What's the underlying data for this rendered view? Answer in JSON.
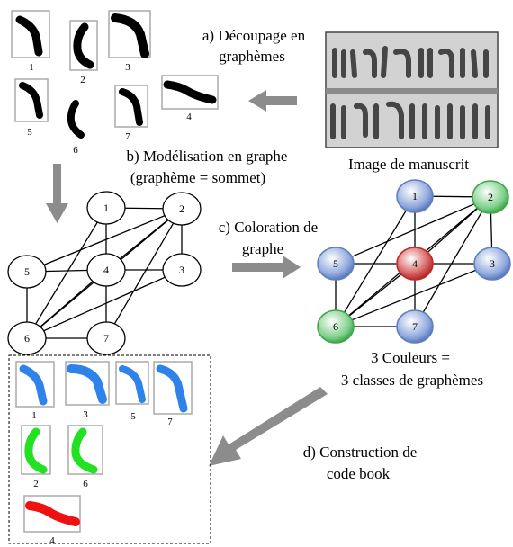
{
  "steps": {
    "a_line1": "a) Découpage en",
    "a_line2": "graphèmes",
    "b_line1": "b) Modélisation en graphe",
    "b_line2": "(graphème = sommet)",
    "c_line1": "c) Coloration de",
    "c_line2": "graphe",
    "d_line1": "d) Construction de",
    "d_line2": "code book"
  },
  "manuscript": {
    "caption": "Image de manuscrit"
  },
  "result": {
    "line1": "3 Couleurs =",
    "line2": "3 classes de graphèmes"
  },
  "graphemes": [
    {
      "id": "1"
    },
    {
      "id": "2"
    },
    {
      "id": "3"
    },
    {
      "id": "4"
    },
    {
      "id": "5"
    },
    {
      "id": "6"
    },
    {
      "id": "7"
    }
  ],
  "graph": {
    "nodes": [
      "1",
      "2",
      "3",
      "4",
      "5",
      "6",
      "7"
    ],
    "edges": [
      [
        "1",
        "2"
      ],
      [
        "1",
        "4"
      ],
      [
        "1",
        "6"
      ],
      [
        "2",
        "3"
      ],
      [
        "2",
        "4"
      ],
      [
        "2",
        "5"
      ],
      [
        "2",
        "6"
      ],
      [
        "2",
        "7"
      ],
      [
        "3",
        "4"
      ],
      [
        "4",
        "5"
      ],
      [
        "4",
        "6"
      ],
      [
        "4",
        "7"
      ],
      [
        "5",
        "6"
      ],
      [
        "3",
        "6"
      ],
      [
        "6",
        "7"
      ]
    ]
  },
  "coloring": {
    "1": "blue",
    "3": "blue",
    "5": "blue",
    "7": "blue",
    "2": "green",
    "6": "green",
    "4": "red"
  },
  "colors": {
    "blue": "#2e82ea",
    "green": "#22e022",
    "red": "#ee1111",
    "node_blue": "#5e7fc0",
    "node_green": "#3ea64a",
    "node_red": "#c02828",
    "arrow": "#8c8c8c"
  },
  "codebook": {
    "classes": [
      {
        "color": "blue",
        "members": [
          "1",
          "3",
          "5",
          "7"
        ]
      },
      {
        "color": "green",
        "members": [
          "2",
          "6"
        ]
      },
      {
        "color": "red",
        "members": [
          "4"
        ]
      }
    ]
  }
}
